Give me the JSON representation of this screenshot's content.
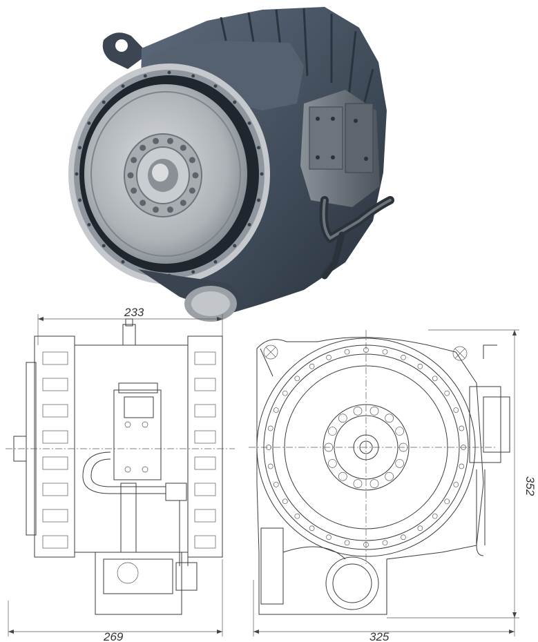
{
  "dimensions": {
    "side_top_width": "233",
    "side_bottom_width": "269",
    "front_bottom_width": "325",
    "front_height": "352"
  },
  "colors": {
    "housing": "#4a5666",
    "housing_dark": "#2f3945",
    "cover_light": "#c9ccd0",
    "cover_mid": "#9ea3a9",
    "rim": "#dfe2e5",
    "line": "#3a3a3a"
  }
}
